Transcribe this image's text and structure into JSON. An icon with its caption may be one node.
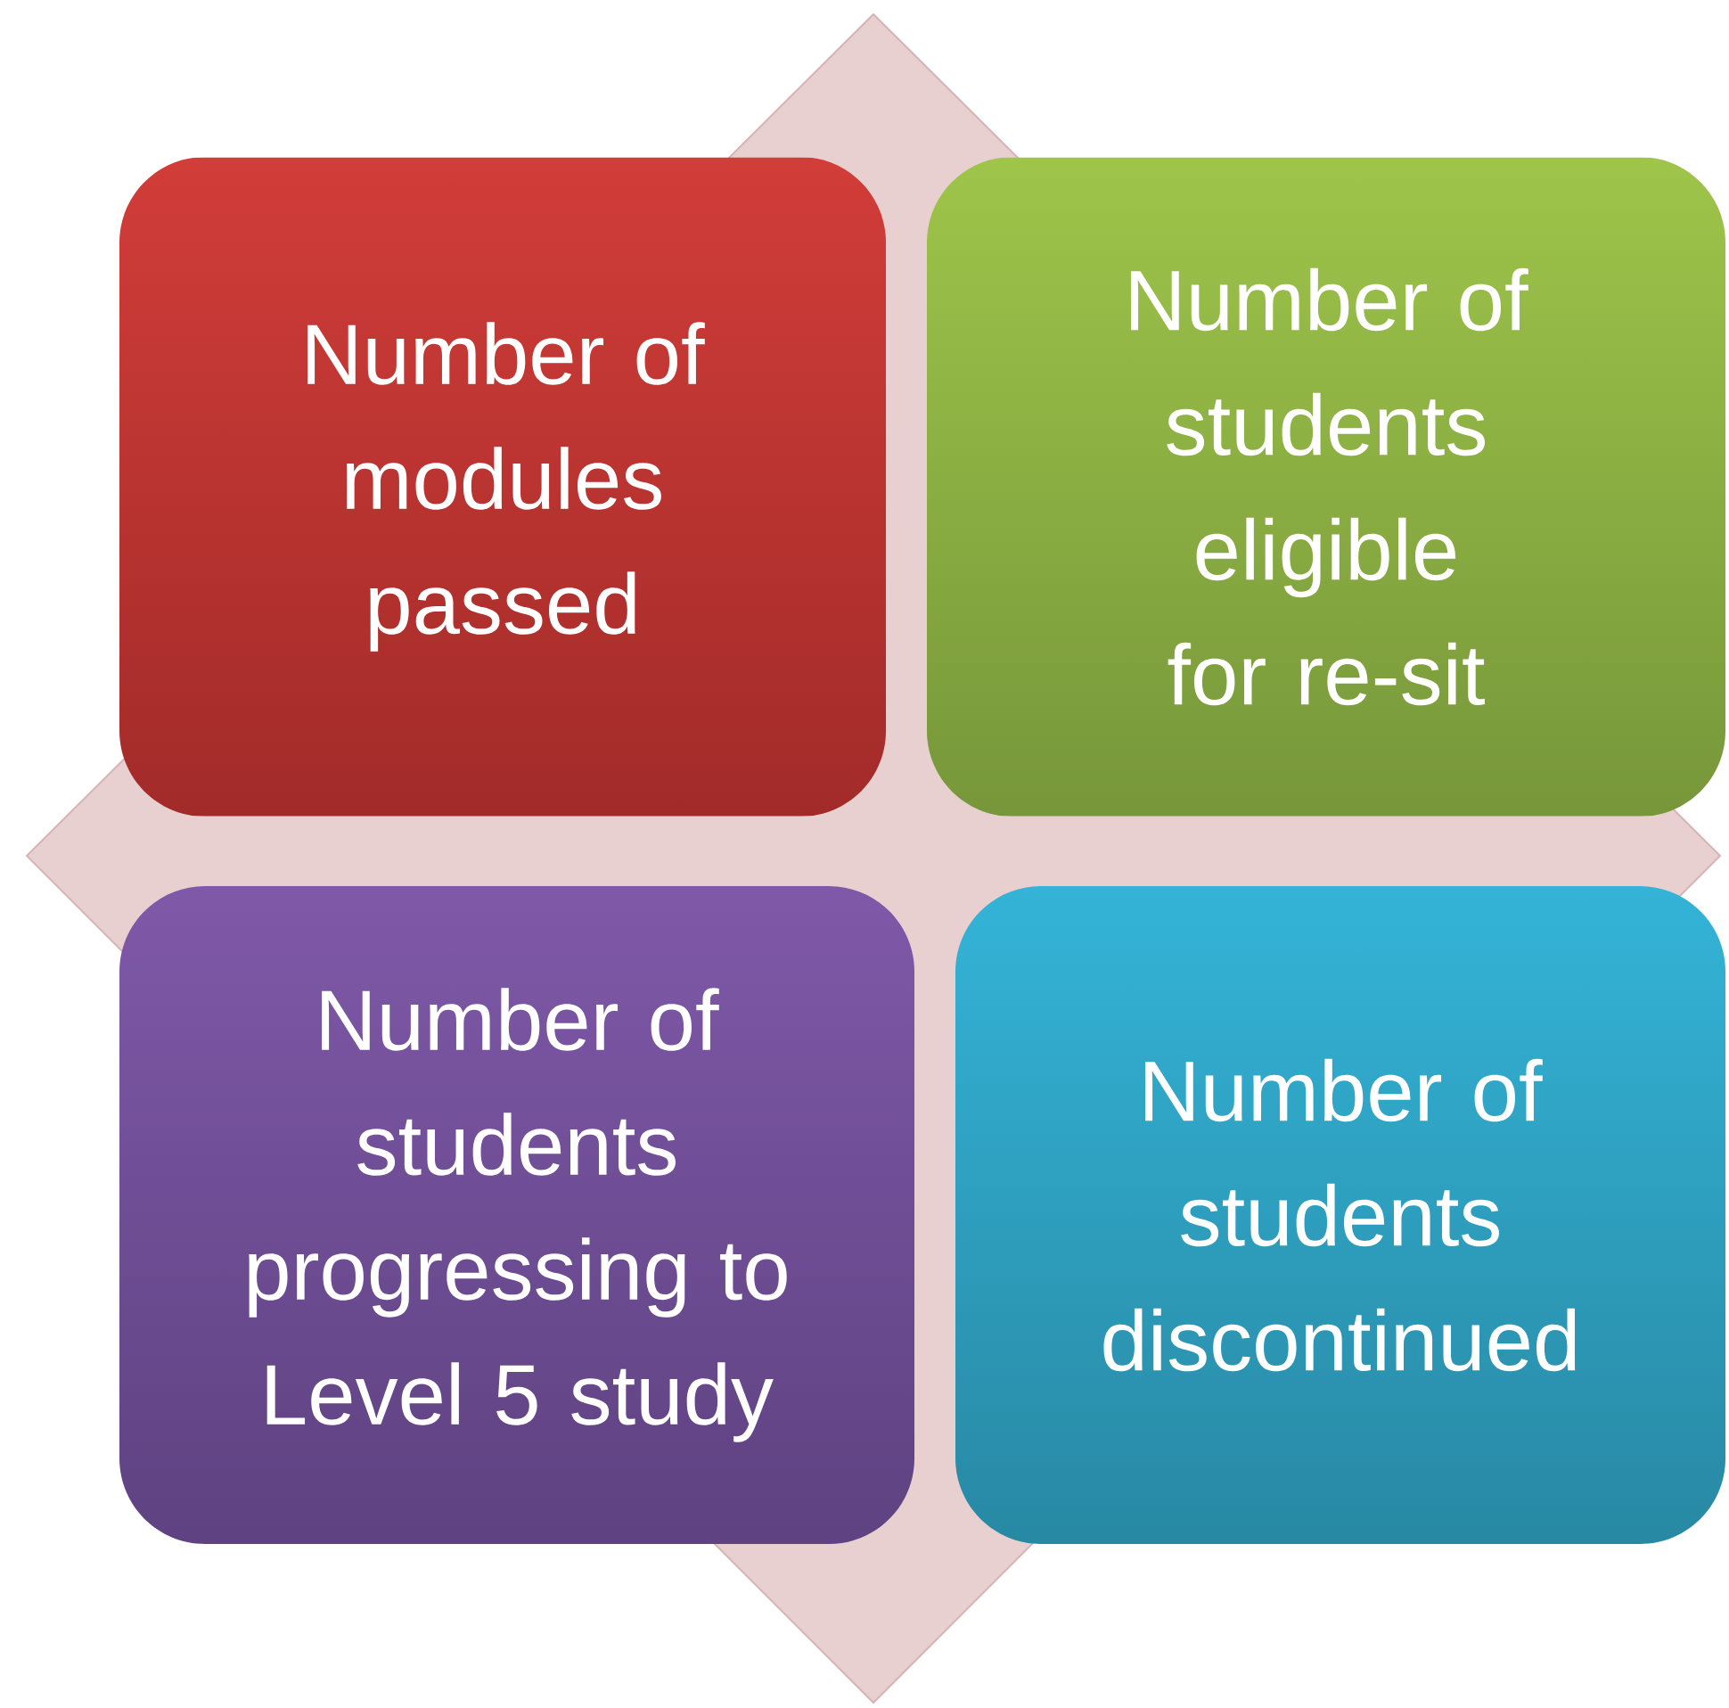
{
  "diagram": {
    "nodes": [
      {
        "text": [
          "Number of modules passed"
        ]
      },
      {
        "text": [
          "Number of students eligible for re-sit"
        ]
      },
      {
        "text": [
          "Number of students progressing to Level 5 study"
        ]
      },
      {
        "text": [
          "Number of students discontinued"
        ]
      }
    ]
  }
}
